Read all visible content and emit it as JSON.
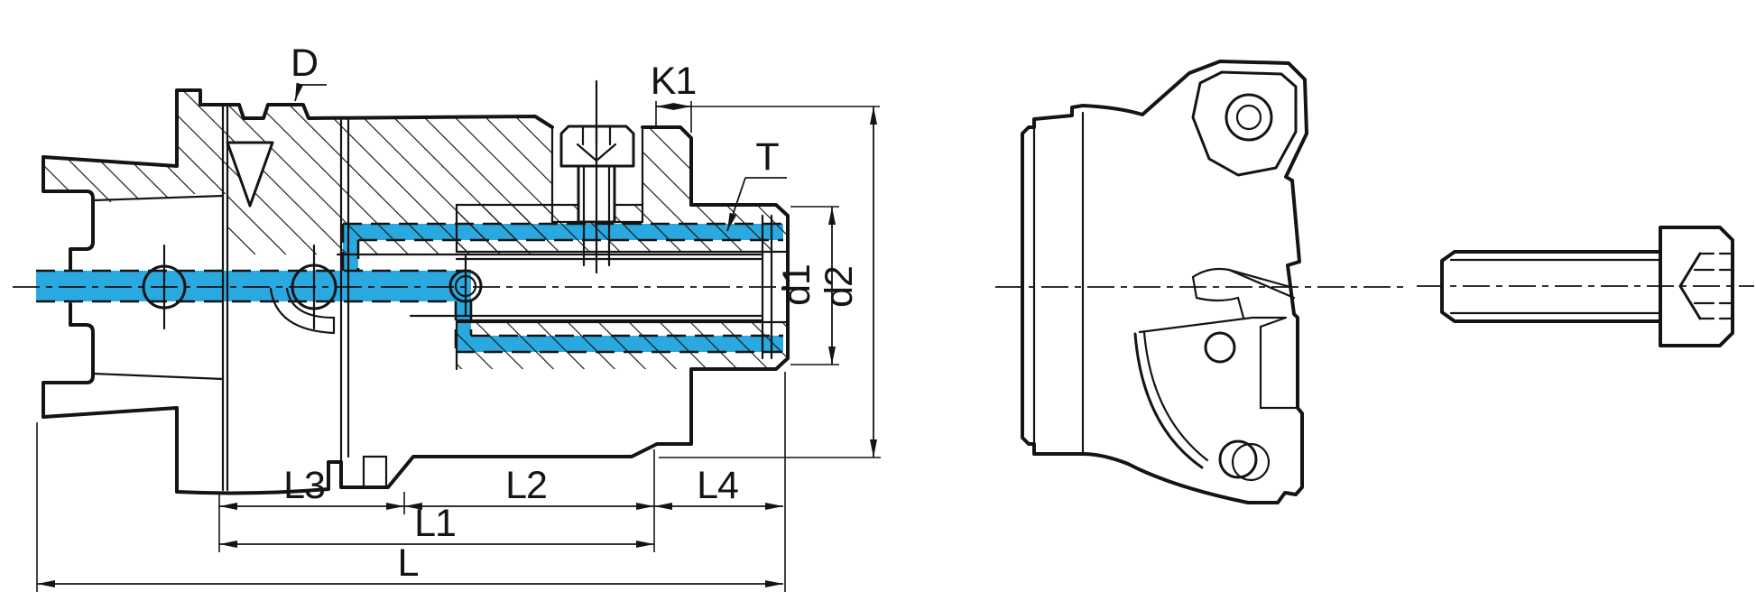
{
  "drawing": {
    "colors": {
      "line": "#141414",
      "coolant": "#29a9e0",
      "background": "#ffffff"
    },
    "labels": {
      "flat": "D",
      "clamp_width": "K1",
      "thread": "T",
      "pilot_diameter": "d1",
      "body_diameter": "d2",
      "l3": "L3",
      "l2": "L2",
      "l4": "L4",
      "l1": "L1",
      "total_length": "L"
    }
  }
}
